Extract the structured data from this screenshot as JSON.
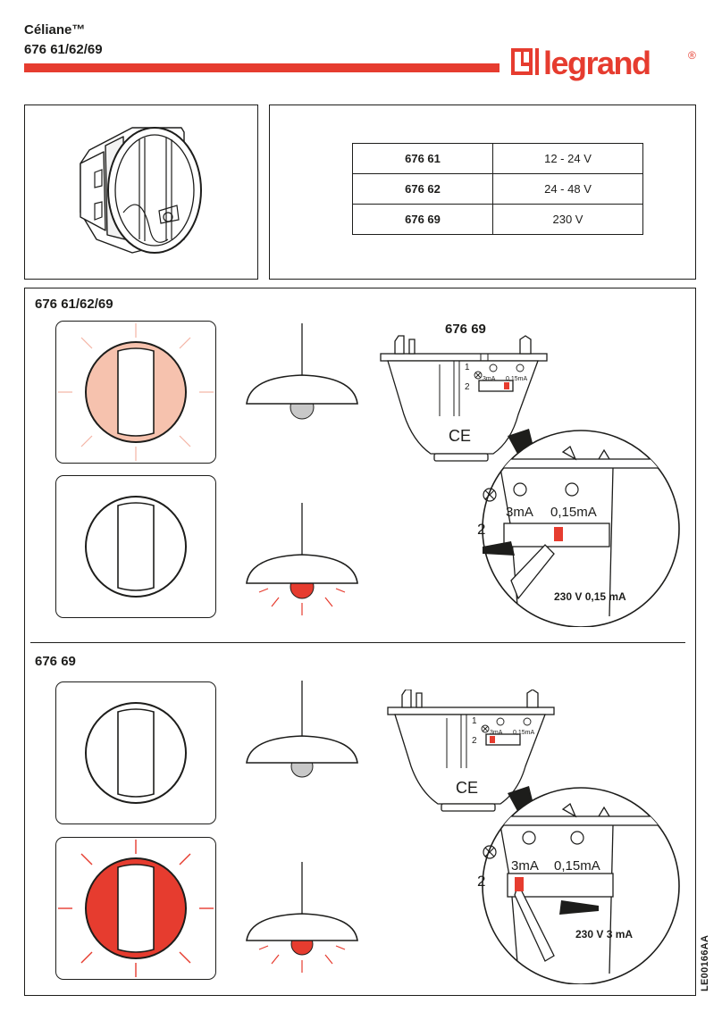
{
  "header": {
    "product_name": "Céliane™",
    "references": "676 61/62/69",
    "brand": "legrand",
    "registered_mark": "®",
    "brand_red": "#e63c2f"
  },
  "spec_table": [
    {
      "code": "676 61",
      "voltage": "12 - 24 V"
    },
    {
      "code": "676 62",
      "voltage": "24 - 48 V"
    },
    {
      "code": "676 69",
      "voltage": "230 V"
    }
  ],
  "section_all": {
    "title": "676 61/62/69",
    "module_code": "676 69",
    "positions": [
      "1",
      "2"
    ],
    "currents": [
      "3mA",
      "0,15mA"
    ],
    "small_currents": [
      "3mA",
      "0,15mA"
    ],
    "ce_mark": "CE",
    "setting_caption": "230 V  0,15 mA"
  },
  "section_676_69": {
    "title": "676 69",
    "positions": [
      "1",
      "2"
    ],
    "currents": [
      "3mA",
      "0,15mA"
    ],
    "small_currents": [
      "3mA",
      "0,15mA"
    ],
    "ce_mark": "CE",
    "setting_caption": "230 V  3 mA"
  },
  "doc_ref": "LE00166AA",
  "colors": {
    "glow_light": "#f6c2ae",
    "glow_strong": "#e63c2f",
    "lamp_grey": "#c8c8c8",
    "ray_light": "#f4b4a4"
  }
}
